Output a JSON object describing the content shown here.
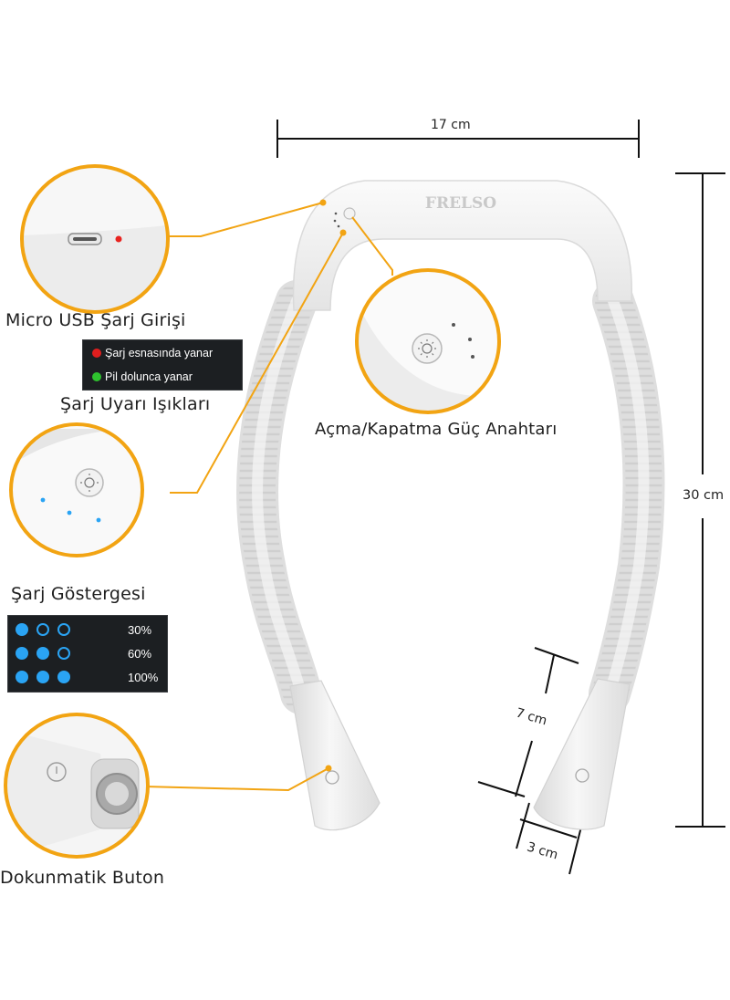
{
  "dimensions": {
    "width": "17 cm",
    "height": "30 cm",
    "head_length": "7 cm",
    "head_width": "3 cm"
  },
  "brand": "FRELSO",
  "callouts": {
    "usb": "Micro USB Şarj Girişi",
    "warning_lights": "Şarj Uyarı Işıkları",
    "power_switch": "Açma/Kapatma Güç Anahtarı",
    "charge_indicator": "Şarj Göstergesi",
    "touch_button": "Dokunmatik Buton"
  },
  "warning_legend": [
    {
      "color": "#e01e1e",
      "text": "Şarj esnasında yanar"
    },
    {
      "color": "#2ec22e",
      "text": "Pil dolunca yanar"
    }
  ],
  "charge_levels": [
    {
      "lit": 1,
      "total": 3,
      "label": "30%"
    },
    {
      "lit": 2,
      "total": 3,
      "label": "60%"
    },
    {
      "lit": 3,
      "total": 3,
      "label": "100%"
    }
  ],
  "colors": {
    "accent": "#f2a413",
    "indicator_blue": "#2aa4f4",
    "usb_led": "#e8231f",
    "product_white": "#f1f1f1"
  }
}
